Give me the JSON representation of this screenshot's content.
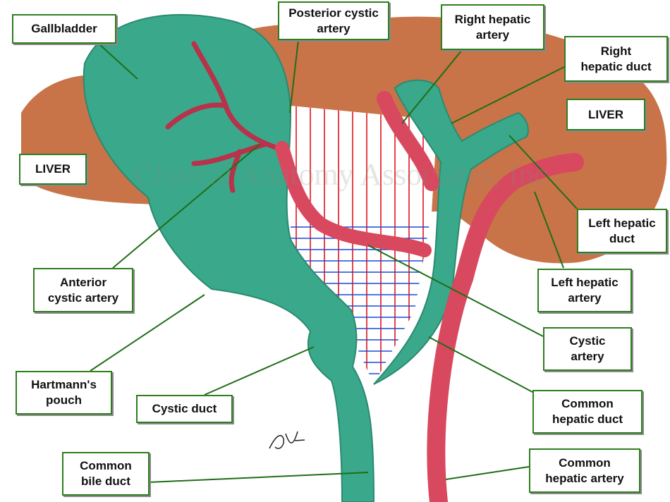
{
  "colors": {
    "liver": "#c4673a",
    "duct": "#3aa88a",
    "duct_shade": "#2b8a70",
    "artery": "#d8485f",
    "artery_shade": "#b7324a",
    "hatch_red": "#e0141c",
    "hatch_blue": "#1d49d6",
    "leader": "#1f6e17",
    "label_border": "#2e7d1f"
  },
  "watermark": "Clinical Anatomy Associates, Inc",
  "labels": {
    "gallbladder": "Gallbladder",
    "liver_left": "LIVER",
    "liver_right": "LIVER",
    "posterior_cystic_artery": "Posterior cystic\nartery",
    "right_hepatic_artery": "Right hepatic\nartery",
    "right_hepatic_duct": "Right\nhepatic duct",
    "left_hepatic_duct": "Left hepatic\nduct",
    "left_hepatic_artery": "Left hepatic\nartery",
    "anterior_cystic_artery": "Anterior\ncystic artery",
    "cystic_artery": "Cystic\nartery",
    "hartmanns_pouch": "Hartmann's\npouch",
    "cystic_duct": "Cystic duct",
    "common_hepatic_duct": "Common\nhepatic duct",
    "common_bile_duct": "Common\nbile duct",
    "common_hepatic_artery": "Common\nhepatic artery"
  }
}
